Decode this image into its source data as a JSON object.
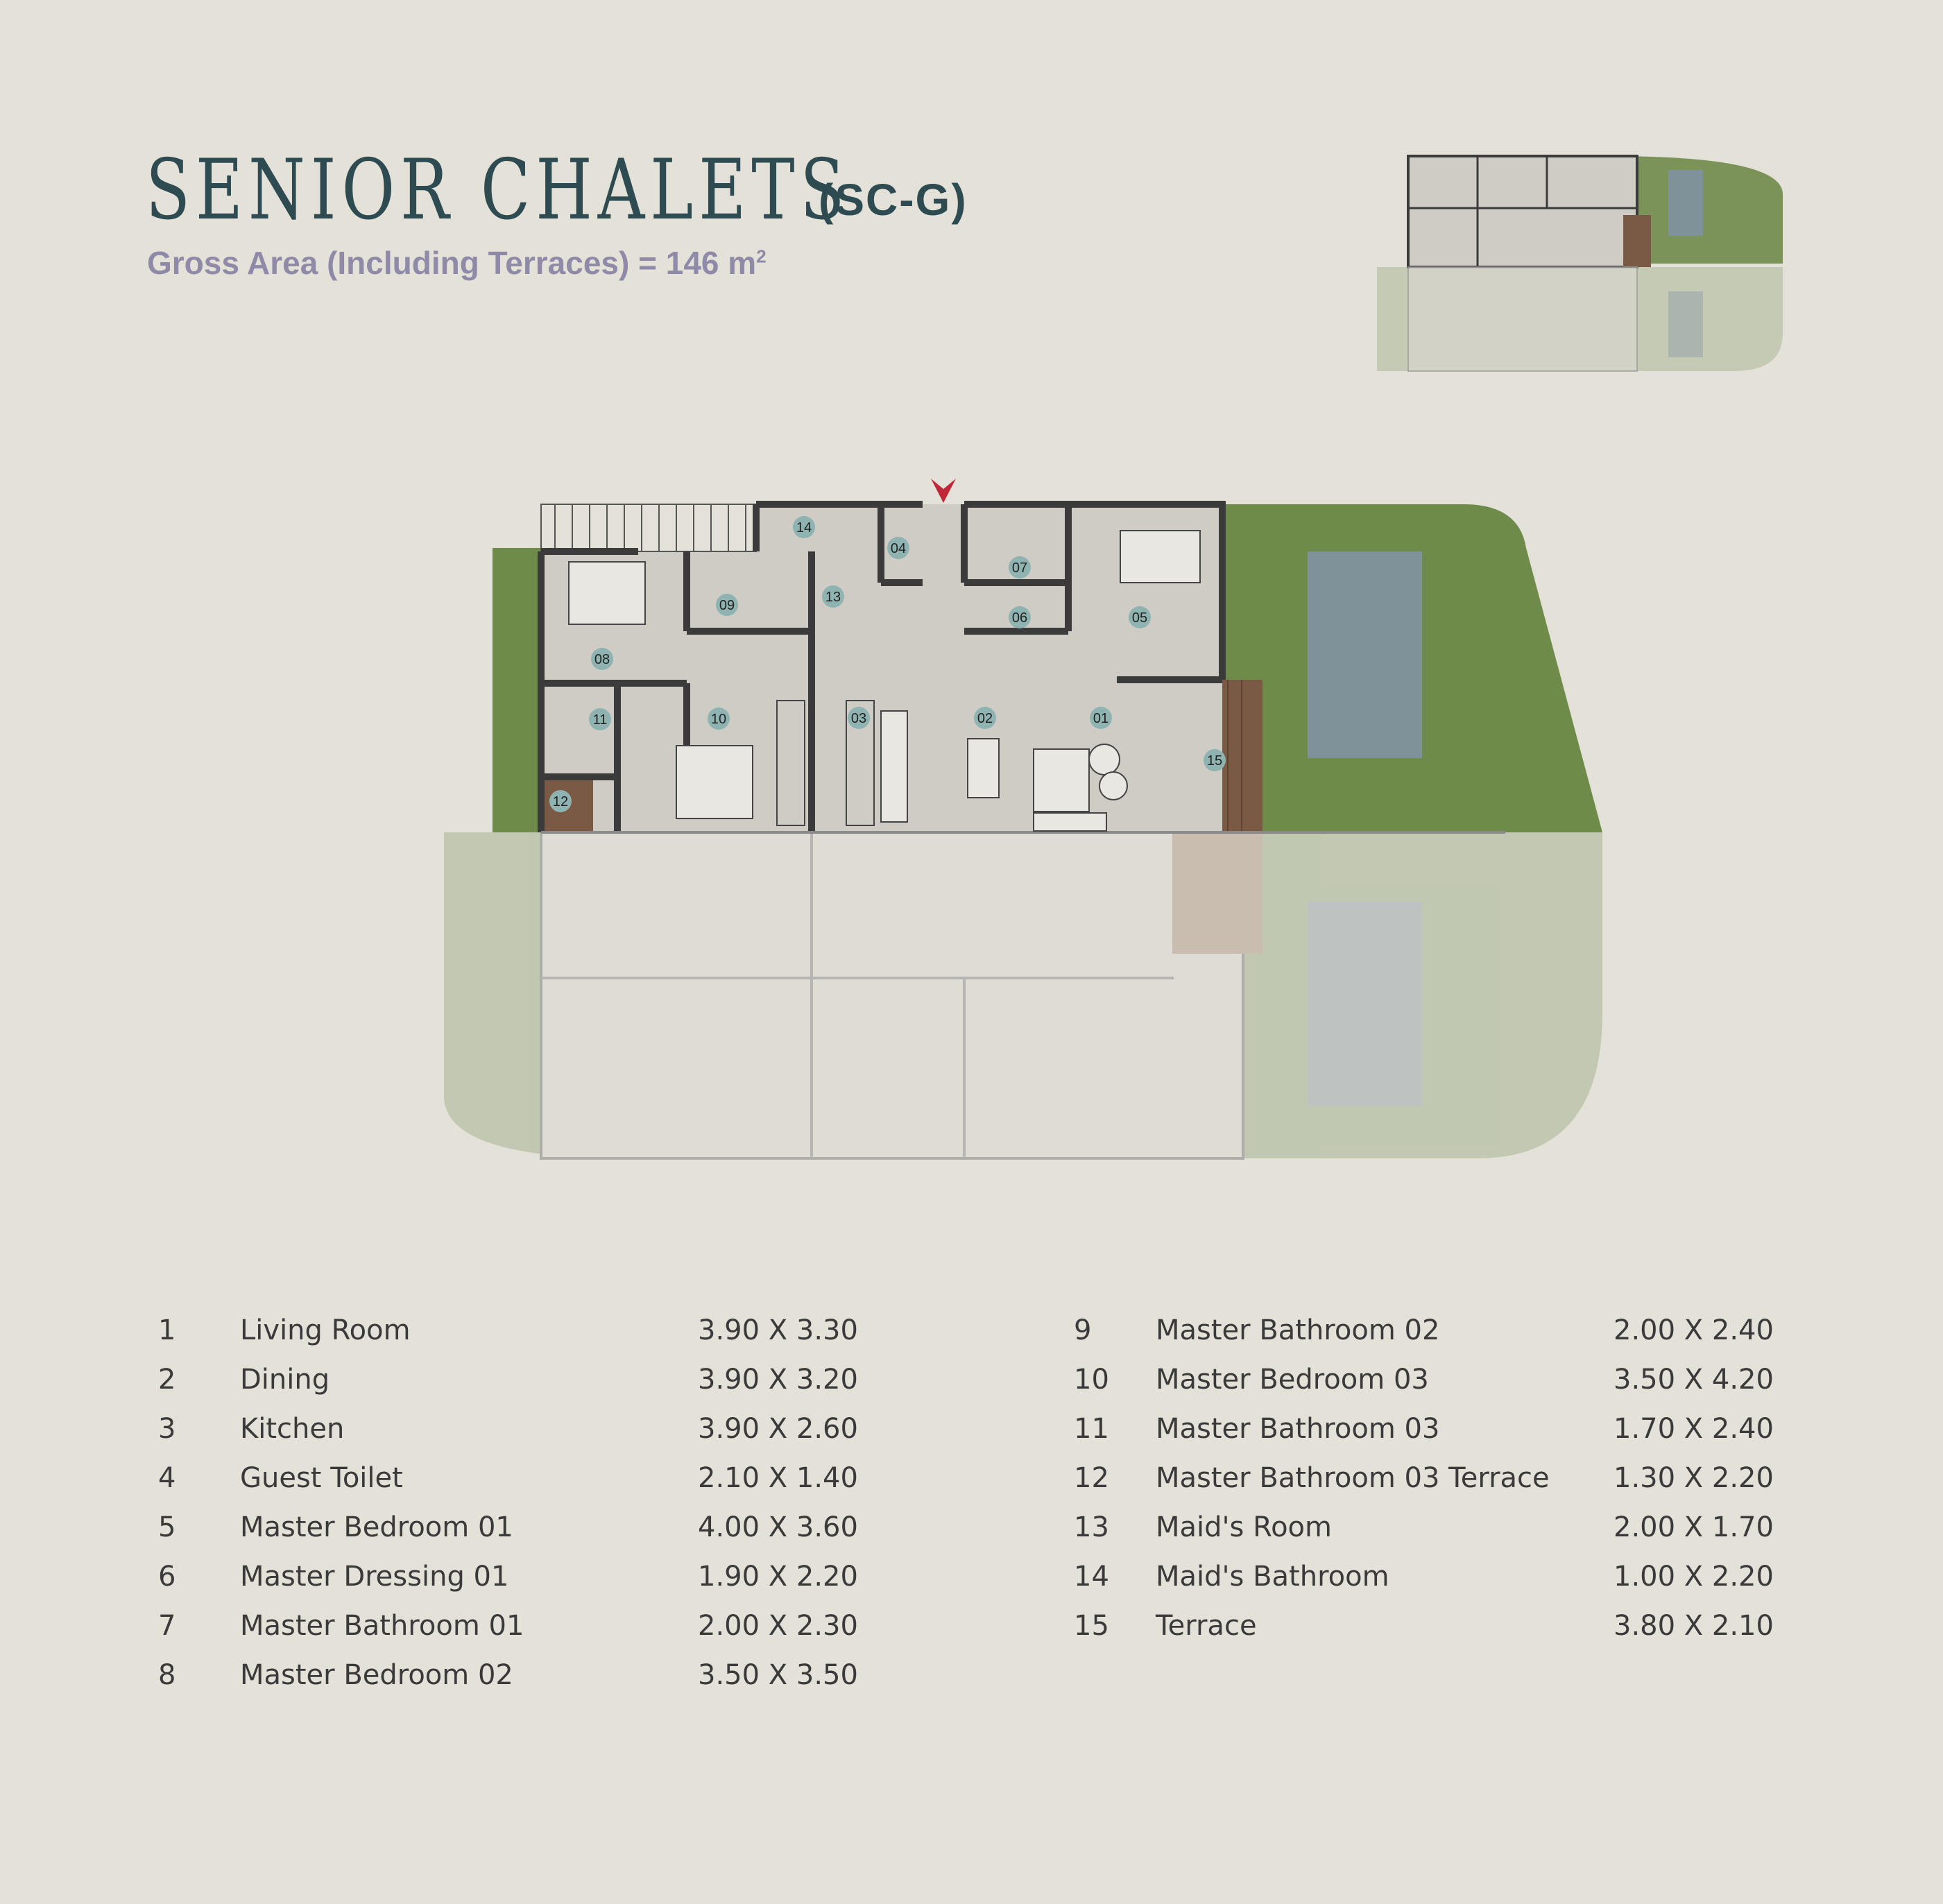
{
  "header": {
    "title": "SENIOR CHALETS",
    "code": "(SC-G)",
    "gross_area_label": "Gross Area (Including Terraces) = 146 m",
    "gross_area_unit_sup": "2"
  },
  "plan": {
    "room_markers": [
      "01",
      "02",
      "03",
      "04",
      "05",
      "06",
      "07",
      "08",
      "09",
      "10",
      "11",
      "12",
      "13",
      "14",
      "15"
    ],
    "colors": {
      "wall": "#3b3b3b",
      "floor": "#cfccc6",
      "grass": "#6f8b4a",
      "pool": "#7f9199",
      "deck": "#7a5a44",
      "marker": "#8fb3b1",
      "entry_arrow": "#c0283a"
    }
  },
  "rooms": [
    {
      "num": "1",
      "name": "Living Room",
      "dim": "3.90 X 3.30"
    },
    {
      "num": "2",
      "name": "Dining",
      "dim": "3.90 X 3.20"
    },
    {
      "num": "3",
      "name": "Kitchen",
      "dim": "3.90 X 2.60"
    },
    {
      "num": "4",
      "name": "Guest Toilet",
      "dim": "2.10 X 1.40"
    },
    {
      "num": "5",
      "name": "Master Bedroom 01",
      "dim": "4.00 X 3.60"
    },
    {
      "num": "6",
      "name": "Master Dressing 01",
      "dim": "1.90 X 2.20"
    },
    {
      "num": "7",
      "name": "Master Bathroom 01",
      "dim": "2.00 X 2.30"
    },
    {
      "num": "8",
      "name": "Master Bedroom 02",
      "dim": "3.50 X 3.50"
    },
    {
      "num": "9",
      "name": "Master Bathroom 02",
      "dim": "2.00 X 2.40"
    },
    {
      "num": "10",
      "name": "Master Bedroom 03",
      "dim": "3.50 X 4.20"
    },
    {
      "num": "11",
      "name": "Master Bathroom 03",
      "dim": "1.70 X 2.40"
    },
    {
      "num": "12",
      "name": "Master Bathroom 03 Terrace",
      "dim": "1.30 X 2.20"
    },
    {
      "num": "13",
      "name": "Maid's Room",
      "dim": "2.00 X 1.70"
    },
    {
      "num": "14",
      "name": "Maid's Bathroom",
      "dim": "1.00 X 2.20"
    },
    {
      "num": "15",
      "name": "Terrace",
      "dim": "3.80 X 2.10"
    }
  ]
}
